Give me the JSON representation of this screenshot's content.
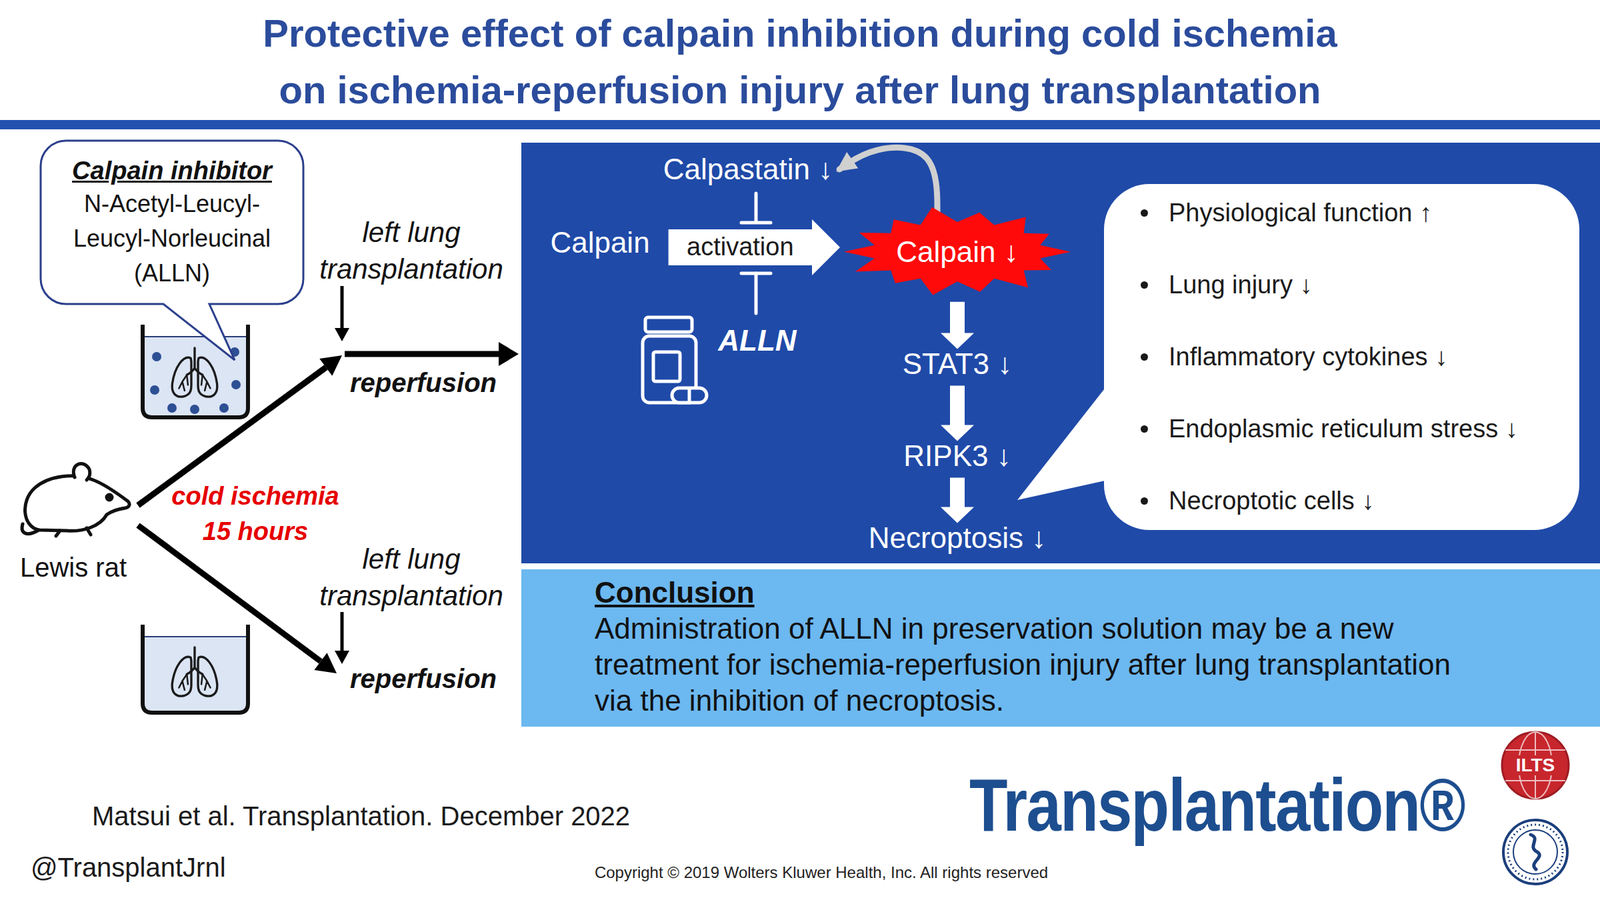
{
  "diagram": {
    "title": "Protective effect of calpain inhibition during cold ischemia on ischemia-reperfusion injury after lung transplantation",
    "nodes": [
      {
        "text": [
          "Calpain inhibitor",
          "N-Acetyl-Leucyl-Leucyl-Norleucinal (ALLN)"
        ]
      },
      {
        "text": []
      },
      {
        "text": [
          "Calpastatin ↓"
        ],
        "in": 1
      },
      {
        "text": [
          "Calpain"
        ],
        "in": 1
      },
      {
        "text": [
          "Calpain ↓"
        ],
        "in": 1
      },
      {
        "text": [
          "STAT3 ↓"
        ],
        "in": 1
      },
      {
        "text": [
          "RIPK3 ↓"
        ],
        "in": 1
      },
      {
        "text": [
          "Necroptosis ↓"
        ],
        "in": 1
      },
      {
        "text": [
          "Physiological function ↑",
          "Lung injury ↓",
          "Inflammatory cytokines ↓",
          "Endoplasmic reticulum stress ↓",
          "Necroptotic cells ↓"
        ],
        "in": 1
      },
      {
        "text": [
          "Conclusion",
          "Administration of ALLN in preservation solution may be a new treatment for ischemia-reperfusion injury after lung transplantation via the inhibition of necroptosis."
        ]
      }
    ],
    "edges": [
      {
        "from": 3,
        "to": 4,
        "label": "activation",
        "arrow": "to"
      },
      {
        "from": 4,
        "to": 2,
        "arrow": "to"
      },
      {
        "from": 4,
        "to": 5,
        "arrow": "to"
      },
      {
        "from": 5,
        "to": 6,
        "arrow": "to"
      },
      {
        "from": 6,
        "to": 7,
        "arrow": "to"
      }
    ],
    "labels": [
      "left lung transplantation",
      "reperfusion",
      "cold ischemia 15 hours",
      "Lewis rat",
      "left lung transplantation",
      "reperfusion",
      "ALLN",
      "Matsui et al. Transplantation. December 2022",
      "@TransplantJrnl",
      "Transplantation®",
      "Copyright © 2019 Wolters Kluwer Health, Inc. All rights reserved",
      "ILTS"
    ]
  }
}
